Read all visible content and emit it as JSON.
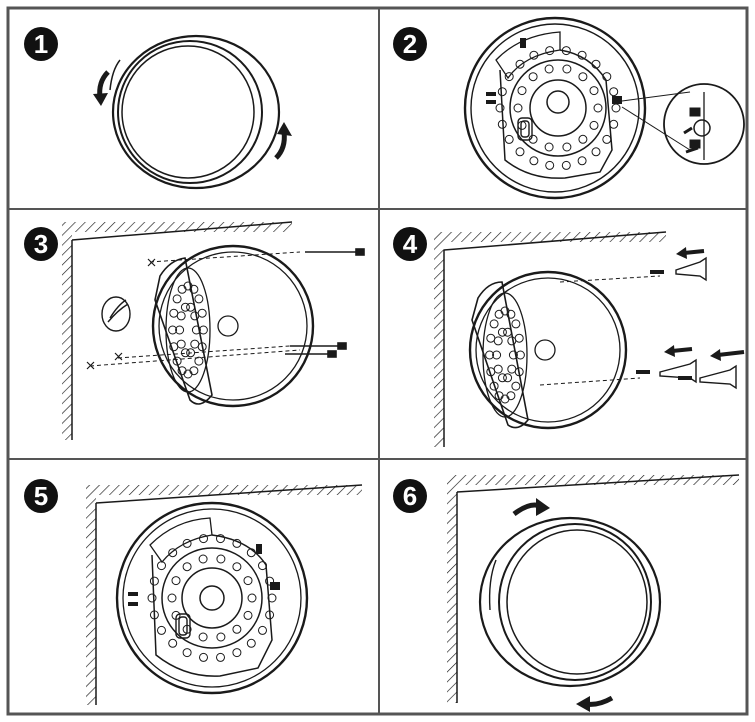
{
  "steps": [
    {
      "label": "1"
    },
    {
      "label": "2"
    },
    {
      "label": "3"
    },
    {
      "label": "4"
    },
    {
      "label": "5"
    },
    {
      "label": "6"
    }
  ],
  "colors": {
    "line": "#1a1a1a",
    "grid": "#555555",
    "background": "#ffffff",
    "badge": "#111111",
    "badge_text": "#ffffff"
  },
  "icons": [
    "rotate-arrow-icon",
    "screw-icon",
    "wall-anchor-icon",
    "wire-icon",
    "push-arrow-icon"
  ]
}
